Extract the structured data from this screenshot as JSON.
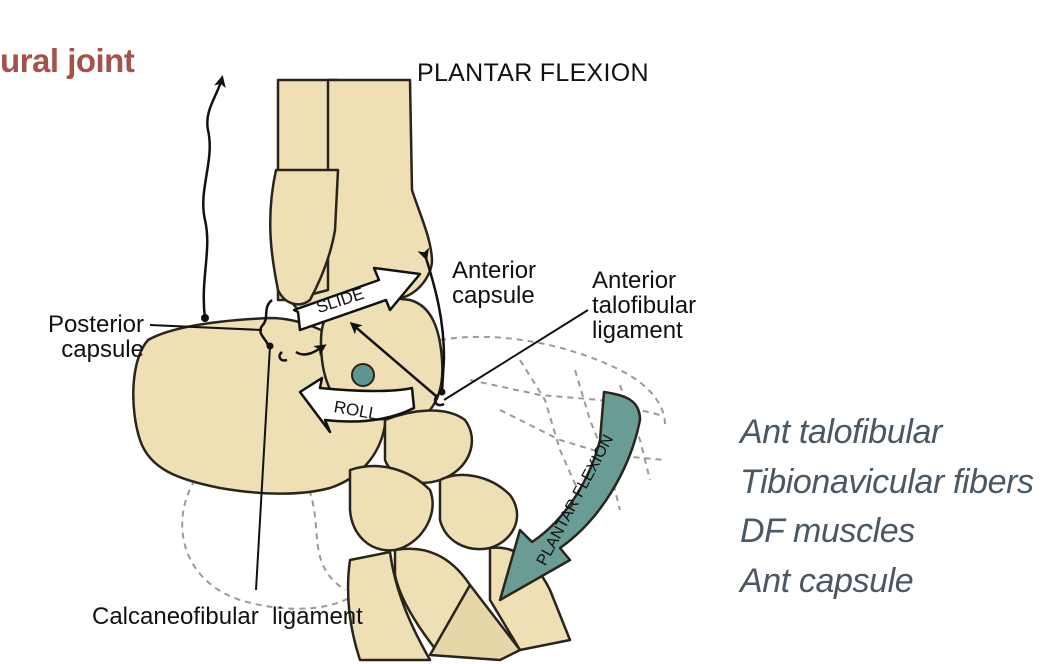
{
  "title_fragment": "ural joint",
  "heading": "PLANTAR FLEXION",
  "labels": {
    "posterior_capsule": [
      "Posterior",
      "capsule"
    ],
    "anterior_capsule": [
      "Anterior",
      "capsule"
    ],
    "anterior_talofibular": [
      "Anterior",
      "talofibular",
      "ligament"
    ],
    "calcaneofibular": "Calcaneofibular  ligament"
  },
  "arrows": {
    "slide": "SLIDE",
    "roll": "ROLL",
    "plantar_flexion": "PLANTAR FLEXION"
  },
  "side_list": [
    "Ant talofibular",
    "Tibionavicular fibers",
    "DF muscles",
    "Ant capsule"
  ],
  "colors": {
    "title": "#a4524a",
    "bone_fill": "#eedfb4",
    "bone_stroke": "#2a241c",
    "arrow_fill_teal": "#6a9c96",
    "axis_dot": "#5d9690",
    "side_list_text": "#4a5865"
  }
}
